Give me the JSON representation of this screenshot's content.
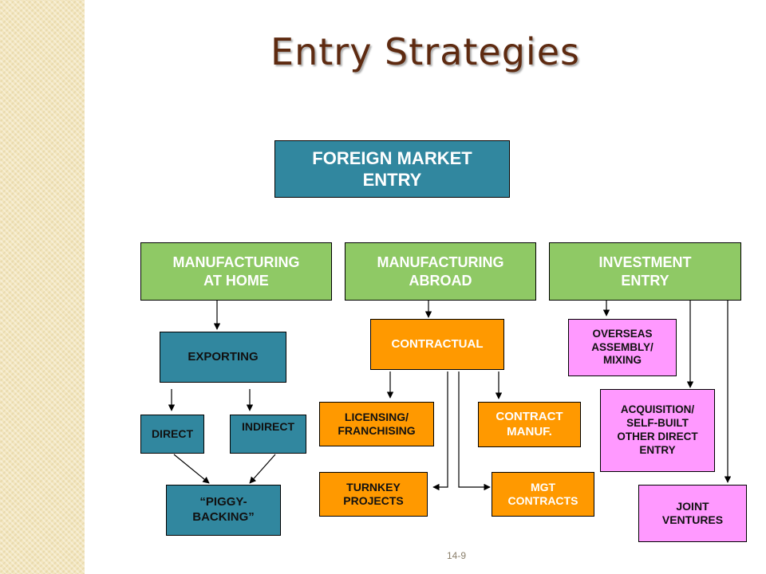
{
  "title": "Entry Strategies",
  "page_number": "14-9",
  "colors": {
    "teal": "#31879f",
    "green": "#8fc965",
    "orange": "#ff9900",
    "pink": "#ff99ff",
    "title": "#5e2a10"
  },
  "nodes": {
    "root": "FOREIGN MARKET\nENTRY",
    "mfg_home": "MANUFACTURING\nAT HOME",
    "mfg_abroad": "MANUFACTURING\nABROAD",
    "investment": "INVESTMENT\nENTRY",
    "exporting": "EXPORTING",
    "direct": "DIRECT",
    "indirect": "INDIRECT",
    "piggy": "“PIGGY-\n     BACKING”",
    "contractual": "CONTRACTUAL",
    "licensing": "LICENSING/\nFRANCHISING",
    "contract_manuf": "CONTRACT\nMANUF.",
    "turnkey": "TURNKEY\nPROJECTS",
    "mgt": "MGT\nCONTRACTS",
    "overseas": "OVERSEAS\nASSEMBLY/\nMIXING",
    "acquisition": "ACQUISITION/\nSELF-BUILT\nOTHER DIRECT\nENTRY",
    "joint": "JOINT\nVENTURES"
  }
}
